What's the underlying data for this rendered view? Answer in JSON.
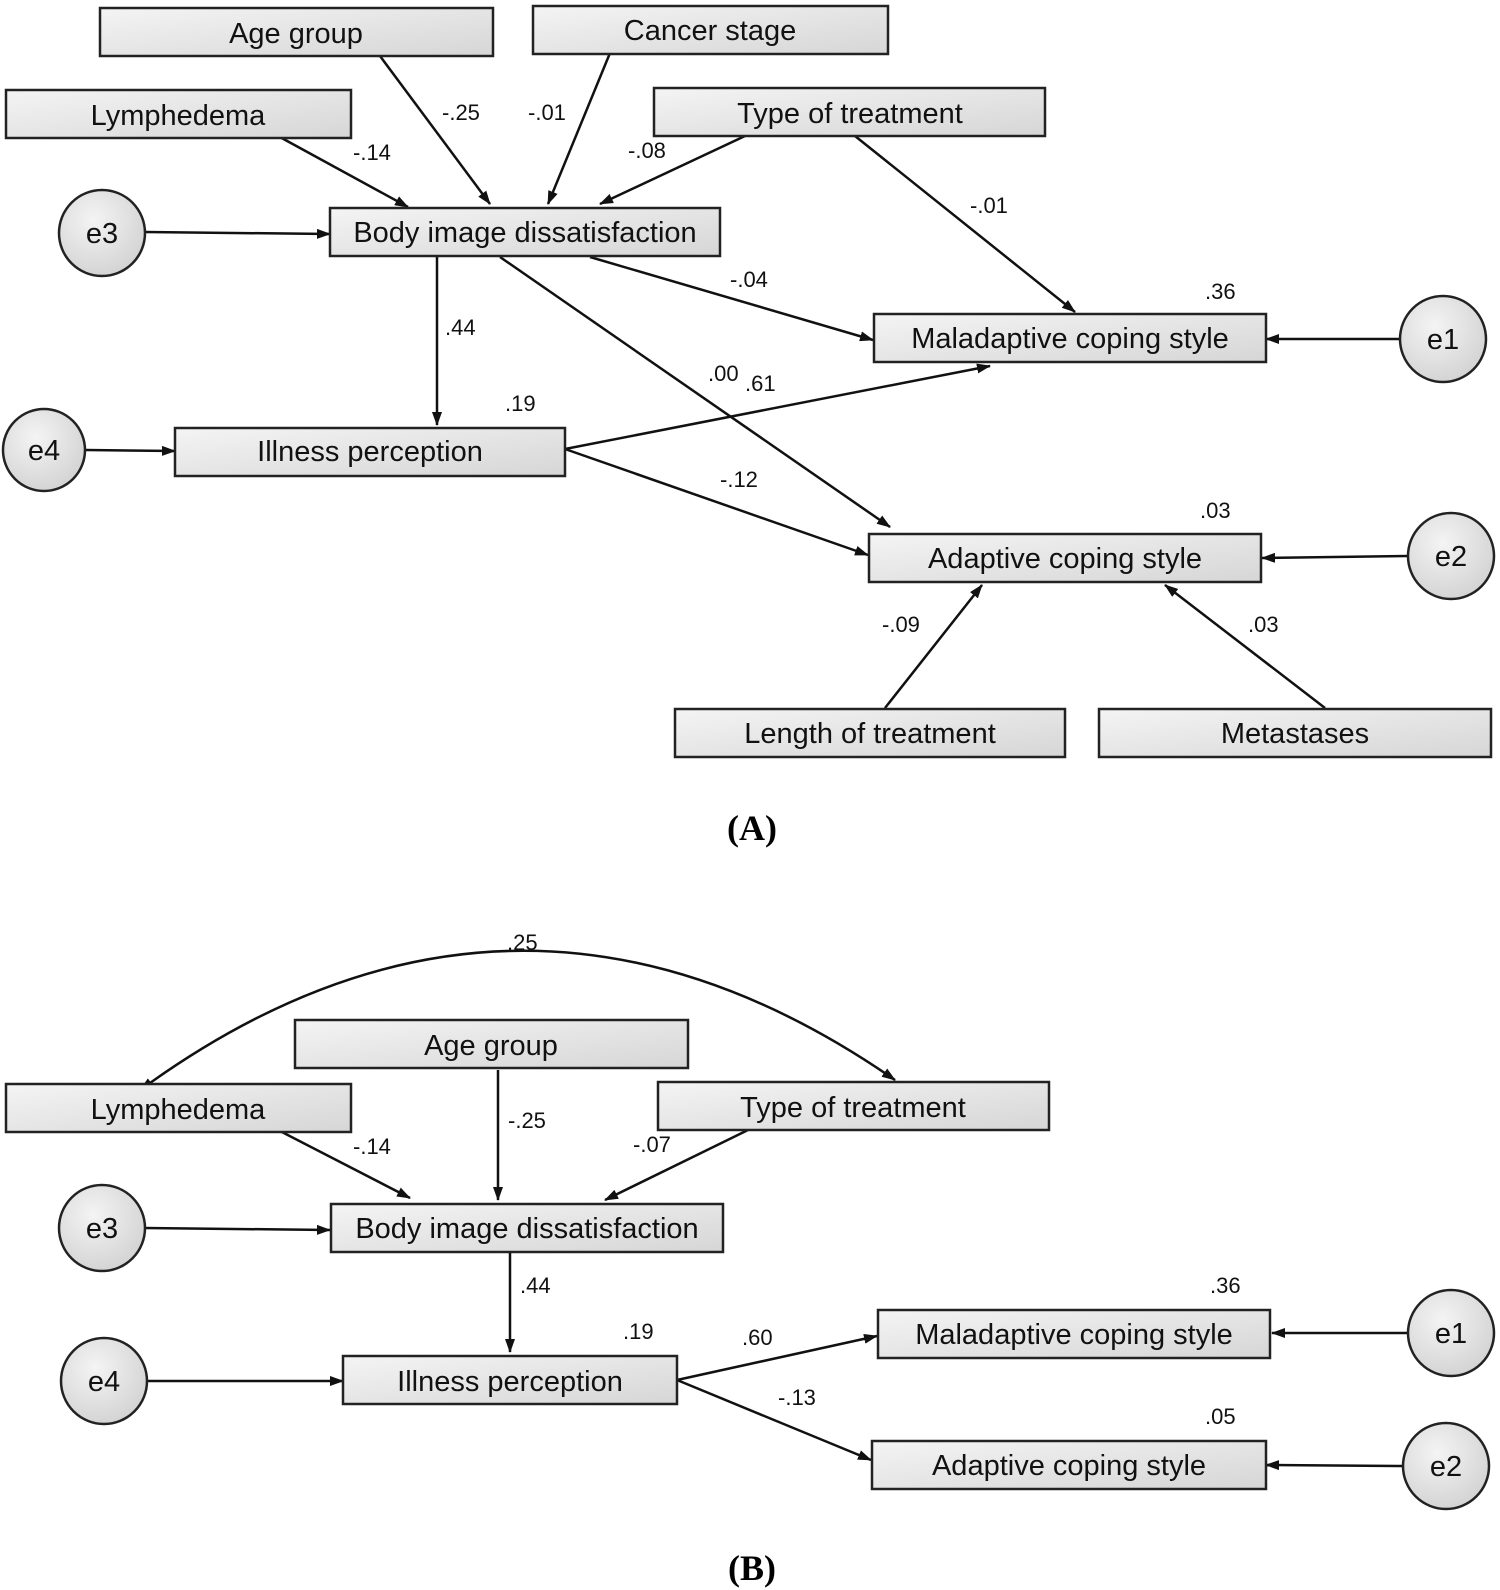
{
  "panel_a": {
    "caption": "(A)",
    "nodes": {
      "age_group": "Age group",
      "cancer_stage": "Cancer stage",
      "lymphedema": "Lymphedema",
      "type_treatment": "Type of treatment",
      "e3": "e3",
      "body_image": "Body image dissatisfaction",
      "maladaptive": "Maladaptive coping style",
      "e1": "e1",
      "e4": "e4",
      "illness": "Illness perception",
      "adaptive": "Adaptive coping style",
      "e2": "e2",
      "length_treatment": "Length of treatment",
      "metastases": "Metastases"
    },
    "r2": {
      "maladaptive": ".36",
      "illness": ".19",
      "adaptive": ".03"
    },
    "paths": {
      "lymphedema_body": "-.14",
      "age_body": "-.25",
      "stage_body": "-.01",
      "treatment_body": "-.08",
      "treatment_maladaptive": "-.01",
      "body_maladaptive": "-.04",
      "body_illness": ".44",
      "body_adaptive": ".00",
      "illness_maladaptive": ".61",
      "illness_adaptive": "-.12",
      "length_adaptive": "-.09",
      "metastases_adaptive": ".03"
    }
  },
  "panel_b": {
    "caption": "(B)",
    "nodes": {
      "age_group": "Age group",
      "lymphedema": "Lymphedema",
      "type_treatment": "Type of treatment",
      "e3": "e3",
      "body_image": "Body image dissatisfaction",
      "e4": "e4",
      "illness": "Illness perception",
      "maladaptive": "Maladaptive coping style",
      "adaptive": "Adaptive coping style",
      "e1": "e1",
      "e2": "e2"
    },
    "r2": {
      "maladaptive": ".36",
      "illness": ".19",
      "adaptive": ".05"
    },
    "paths": {
      "covariance_lymphedema_treatment": ".25",
      "lymphedema_body": "-.14",
      "age_body": "-.25",
      "treatment_body": "-.07",
      "body_illness": ".44",
      "illness_maladaptive": ".60",
      "illness_adaptive": "-.13"
    }
  }
}
